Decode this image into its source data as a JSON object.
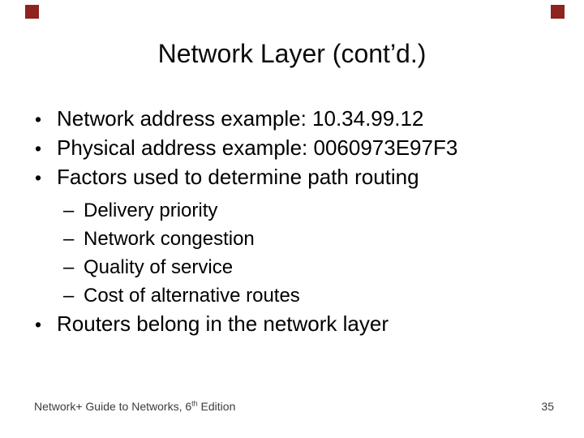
{
  "slide": {
    "title": "Network Layer (cont’d.)"
  },
  "content": {
    "bullets": [
      {
        "level": 1,
        "marker": "•",
        "text": "Network address example: 10.34.99.12"
      },
      {
        "level": 1,
        "marker": "•",
        "text": "Physical address example: 0060973E97F3"
      },
      {
        "level": 1,
        "marker": "•",
        "text": "Factors used to determine path routing"
      },
      {
        "level": 2,
        "marker": "–",
        "text": "Delivery priority"
      },
      {
        "level": 2,
        "marker": "–",
        "text": "Network congestion"
      },
      {
        "level": 2,
        "marker": "–",
        "text": "Quality of service"
      },
      {
        "level": 2,
        "marker": "–",
        "text": "Cost of alternative routes"
      },
      {
        "level": 1,
        "marker": "•",
        "text": "Routers belong in the network layer"
      }
    ]
  },
  "footer": {
    "book_prefix": "Network+ Guide to Networks, 6",
    "edition_superscript": "th",
    "book_suffix": " Edition",
    "page_number": "35"
  },
  "colors": {
    "accent_square": "#8e2320",
    "text": "#000000",
    "footer_text": "#3c3c3c"
  }
}
